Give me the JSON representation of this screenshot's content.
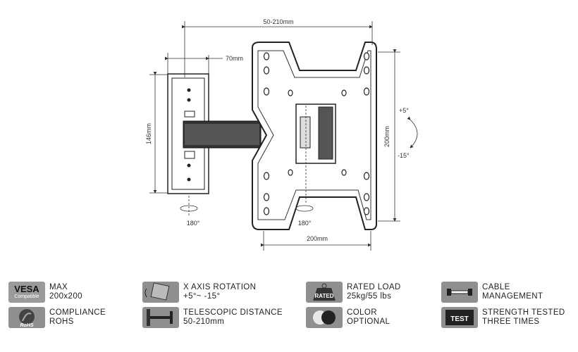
{
  "diagram": {
    "dim_width_range": "50-210mm",
    "dim_depth": "70mm",
    "dim_wall_height": "146mm",
    "dim_plate_height": "200mm",
    "dim_plate_width": "200mm",
    "tilt_up": "+5°",
    "tilt_down": "-15°",
    "swivel_wall": "180°",
    "swivel_plate": "180°"
  },
  "specs": [
    {
      "icon": "vesa-icon",
      "icon_text": "VESA",
      "icon_sub": "Compatible",
      "line1": "MAX",
      "line2": "200x200"
    },
    {
      "icon": "tilt-rotation-icon",
      "line1": "X AXIS ROTATION",
      "line2": "+5°~ -15°"
    },
    {
      "icon": "rated-load-icon",
      "icon_text": "RATED",
      "line1": "RATED LOAD",
      "line2": "25kg/55 lbs"
    },
    {
      "icon": "cable-management-icon",
      "line1": "CABLE",
      "line2": "MANAGEMENT"
    },
    {
      "icon": "rohs-icon",
      "icon_text": "RoHS",
      "line1": "COMPLIANCE",
      "line2": "ROHS"
    },
    {
      "icon": "telescopic-icon",
      "line1": "TELESCOPIC DISTANCE",
      "line2": "50-210mm"
    },
    {
      "icon": "color-option-icon",
      "line1": "COLOR",
      "line2": "OPTIONAL"
    },
    {
      "icon": "test-icon",
      "icon_text": "TEST",
      "line1": "STRENGTH TESTED",
      "line2": "THREE TIMES"
    }
  ]
}
